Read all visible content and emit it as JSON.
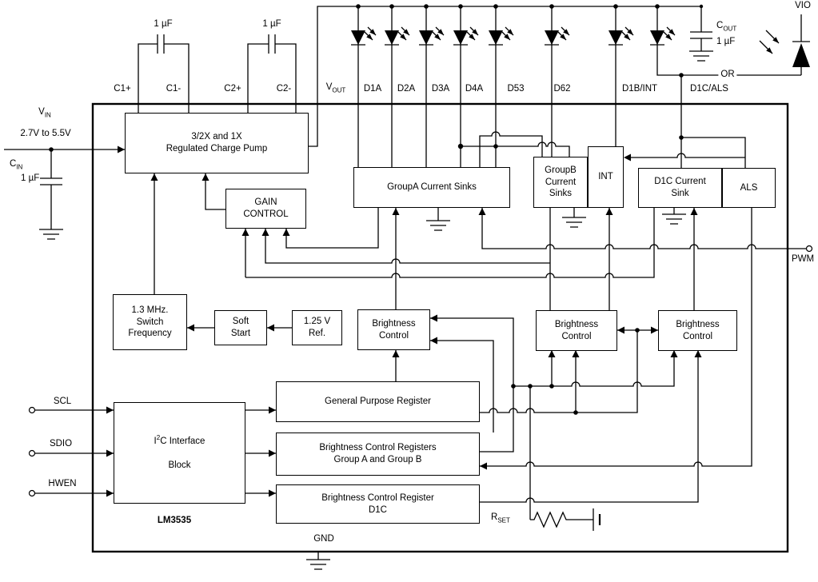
{
  "chip": {
    "part_number": "LM3535"
  },
  "pins": {
    "c1p": "C1+",
    "c1m": "C1-",
    "c2p": "C2+",
    "c2m": "C2-",
    "vout": {
      "main": "V",
      "sub": "OUT"
    },
    "d1a": "D1A",
    "d2a": "D2A",
    "d3a": "D3A",
    "d4a": "D4A",
    "d53": "D53",
    "d62": "D62",
    "d1b_int": "D1B/INT",
    "d1c_als": "D1C/ALS",
    "vin": {
      "main": "V",
      "sub": "IN",
      "range": "2.7V to 5.5V"
    },
    "scl": "SCL",
    "sdio": "SDIO",
    "hwen": "HWEN",
    "pwm": "PWM",
    "gnd": "GND"
  },
  "components": {
    "cin": {
      "main": "C",
      "sub": "IN",
      "value": "1 µF"
    },
    "cout": {
      "main": "C",
      "sub": "OUT",
      "value": "1 µF"
    },
    "c1_value": "1 µF",
    "c2_value": "1 µF",
    "rset": {
      "main": "R",
      "sub": "SET"
    }
  },
  "labels": {
    "vio": "VIO",
    "or": "OR"
  },
  "blocks": {
    "charge_pump": "3/2X and 1X\nRegulated Charge Pump",
    "gain": "GAIN\nCONTROL",
    "group_a": "GroupA Current Sinks",
    "group_b": "GroupB\nCurrent\nSinks",
    "int": "INT",
    "d1c_sink": "D1C Current\nSink",
    "als": "ALS",
    "switch_freq": "1.3 MHz.\nSwitch\nFrequency",
    "soft_start": "Soft\nStart",
    "vref": "1.25 V\nRef.",
    "bc_group_a": "Brightness\nControl",
    "bc_group_b": "Brightness\nControl",
    "bc_d1c": "Brightness\nControl",
    "gpr": "General Purpose Register",
    "bcr_ab": "Brightness Control Registers\nGroup A and Group B",
    "bcr_d1c": "Brightness Control Register\nD1C",
    "i2c": {
      "pre": "I",
      "sup": "2",
      "post": "C Interface",
      "line2": "Block"
    }
  }
}
